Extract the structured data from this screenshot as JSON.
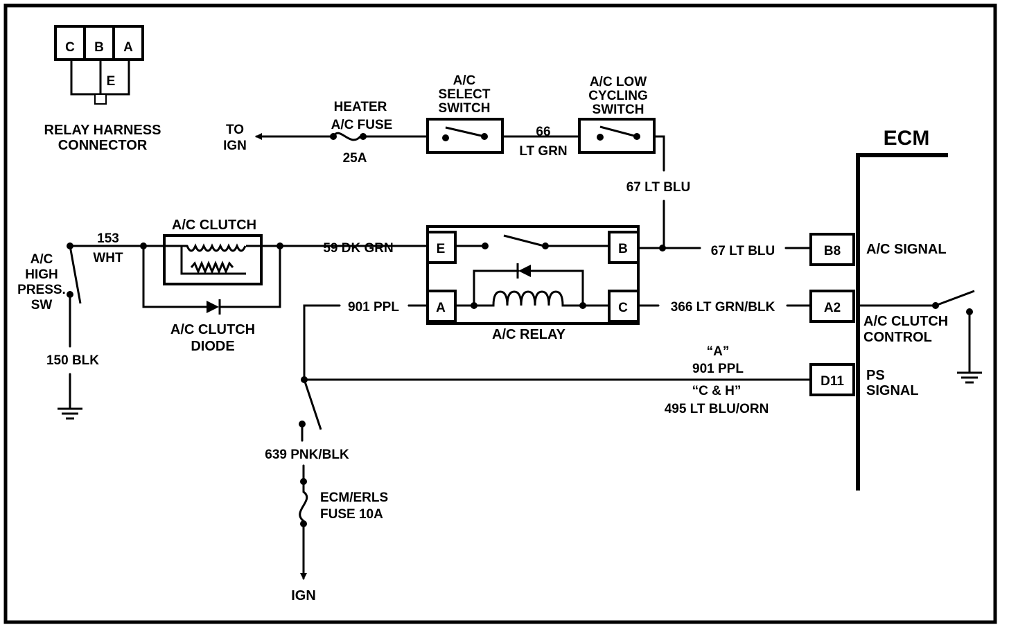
{
  "connector": {
    "title_line1": "RELAY HARNESS",
    "title_line2": "CONNECTOR",
    "pins": [
      "C",
      "B",
      "A",
      "E"
    ]
  },
  "labels": {
    "to_ign_1": "TO",
    "to_ign_2": "IGN",
    "heater_fuse_1": "HEATER",
    "heater_fuse_2": "A/C FUSE",
    "heater_fuse_rating": "25A",
    "select_switch_1": "A/C",
    "select_switch_2": "SELECT",
    "select_switch_3": "SWITCH",
    "wire_66_1": "66",
    "wire_66_2": "LT GRN",
    "low_cycling_1": "A/C LOW",
    "low_cycling_2": "CYCLING",
    "low_cycling_3": "SWITCH",
    "wire_67_vertical": "67 LT BLU",
    "ecm_title": "ECM",
    "high_press_1": "A/C",
    "high_press_2": "HIGH",
    "high_press_3": "PRESS.",
    "high_press_4": "SW",
    "wire_153_1": "153",
    "wire_153_2": "WHT",
    "clutch_title": "A/C CLUTCH",
    "wire_59": "59 DK GRN",
    "clutch_diode_1": "A/C CLUTCH",
    "clutch_diode_2": "DIODE",
    "wire_150": "150  BLK",
    "wire_901_left": "901 PPL",
    "relay_title": "A/C RELAY",
    "relay_pin_e": "E",
    "relay_pin_a": "A",
    "relay_pin_b": "B",
    "relay_pin_c": "C",
    "wire_67_right": "67 LT BLU",
    "wire_366": "366 LT GRN/BLK",
    "ecm_pin_b8": "B8",
    "ecm_pin_a2": "A2",
    "ecm_pin_d11": "D11",
    "ac_signal": "A/C SIGNAL",
    "clutch_control_1": "A/C CLUTCH",
    "clutch_control_2": "CONTROL",
    "ps_signal_1": "PS",
    "ps_signal_2": "SIGNAL",
    "variant_a": "“A”",
    "wire_901_right": "901 PPL",
    "variant_ch": "“C & H”",
    "wire_495": "495 LT BLU/ORN",
    "wire_639": "639 PNK/BLK",
    "ecm_fuse_1": "ECM/ERLS",
    "ecm_fuse_2": "FUSE 10A",
    "ign_bottom": "IGN"
  }
}
